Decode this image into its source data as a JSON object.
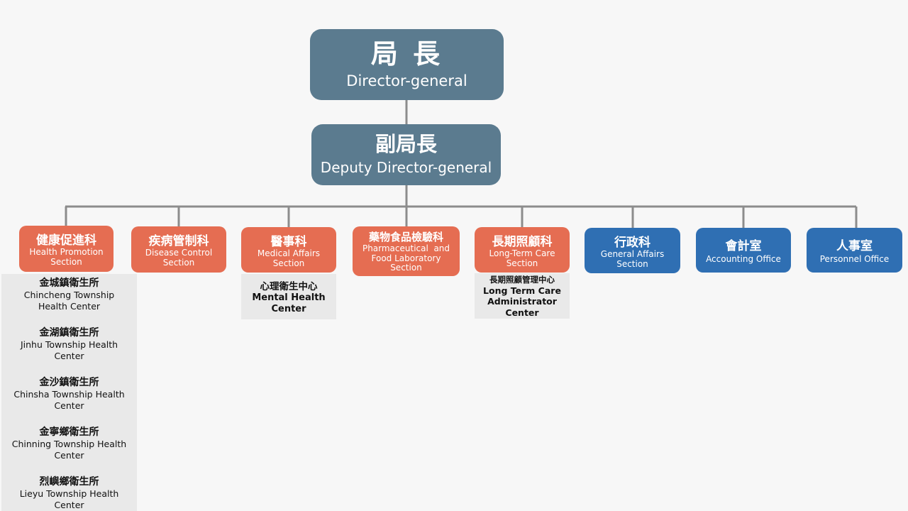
{
  "director": {
    "zh": "局 長",
    "en": "Director-general"
  },
  "deputy": {
    "zh": "副局長",
    "en": "Deputy Director-general"
  },
  "sections": [
    {
      "zh": "健康促進科",
      "en_lines": [
        "Health Promotion",
        "Section"
      ]
    },
    {
      "zh": "疾病管制科",
      "en_lines": [
        "Disease Control",
        "Section"
      ]
    },
    {
      "zh": "醫事科",
      "en_lines": [
        "Medical Affairs",
        "Section"
      ]
    },
    {
      "zh": "藥物食品檢驗科",
      "en_lines": [
        "Pharmaceutical  and",
        "Food Laboratory",
        "Section"
      ]
    },
    {
      "zh": "長期照顧科",
      "en_lines": [
        "Long-Term Care",
        "Section"
      ]
    },
    {
      "zh": "行政科",
      "en_lines": [
        "General Affairs",
        "Section"
      ]
    },
    {
      "zh": "會計室",
      "en_lines": [
        "Accounting Office"
      ]
    },
    {
      "zh": "人事室",
      "en_lines": [
        "Personnel Office"
      ]
    }
  ],
  "health_centers": [
    {
      "zh": "金城鎮衛生所",
      "en_lines": [
        "Chincheng Township",
        "Health Center"
      ]
    },
    {
      "zh": "金湖鎮衛生所",
      "en_lines": [
        "Jinhu Township Health",
        "Center"
      ]
    },
    {
      "zh": "金沙鎮衛生所",
      "en_lines": [
        "Chinsha Township Health",
        "Center"
      ]
    },
    {
      "zh": "金寧鄉衛生所",
      "en_lines": [
        "Chinning Township Health",
        "Center"
      ]
    },
    {
      "zh": "烈嶼鄉衛生所",
      "en_lines": [
        "Lieyu Township Health",
        "Center"
      ]
    }
  ],
  "mental_health": {
    "zh": "心理衛生中心",
    "en_lines": [
      "Mental Health",
      "Center"
    ]
  },
  "ltc_center": {
    "zh": "長期照顧管理中心",
    "en_lines": [
      "Long Term Care",
      "Administrator",
      "Center"
    ]
  },
  "colors": {
    "top": "#5b7b8f",
    "orange": "#e56d52",
    "blue": "#2f6fb3",
    "connector": "#8c8c8c"
  }
}
